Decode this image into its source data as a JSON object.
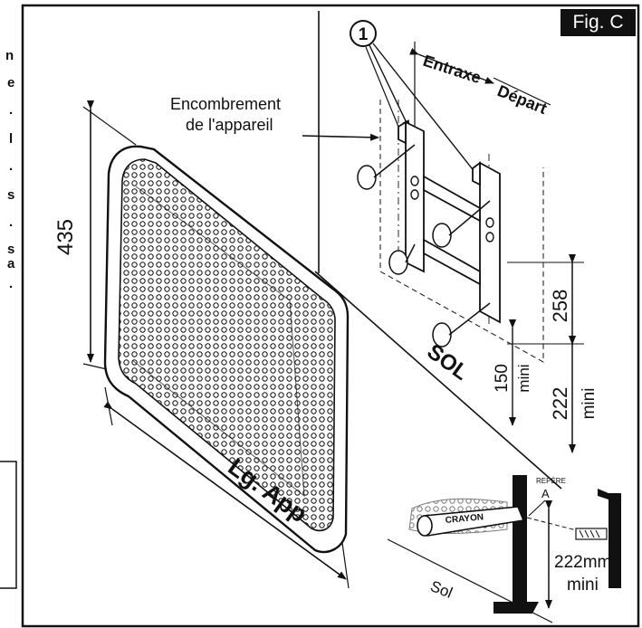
{
  "figure": {
    "badge": "Fig. C",
    "callout_number": "1",
    "labels": {
      "encombrement_line1": "Encombrement",
      "encombrement_line2": "de l'appareil",
      "entraxe": "Entraxe",
      "depart": "Départ",
      "height_435": "435",
      "dim_258": "258",
      "dim_150": "150",
      "mini_150": "mini",
      "dim_222": "222",
      "mini_222": "mini",
      "sol": "SOL",
      "lg_app": "Lg. App"
    },
    "inset": {
      "repere": "REPÈRE",
      "point_a": "A",
      "crayon": "CRAYON",
      "sol": "Sol",
      "height": "222mm",
      "mini": "mini"
    },
    "left_margin_letters": [
      "n",
      "e",
      ".",
      "l",
      ".",
      "s",
      ".",
      "s",
      "a",
      "."
    ]
  },
  "colors": {
    "ink": "#111111",
    "paper": "#ffffff",
    "badge_bg": "#111111"
  }
}
